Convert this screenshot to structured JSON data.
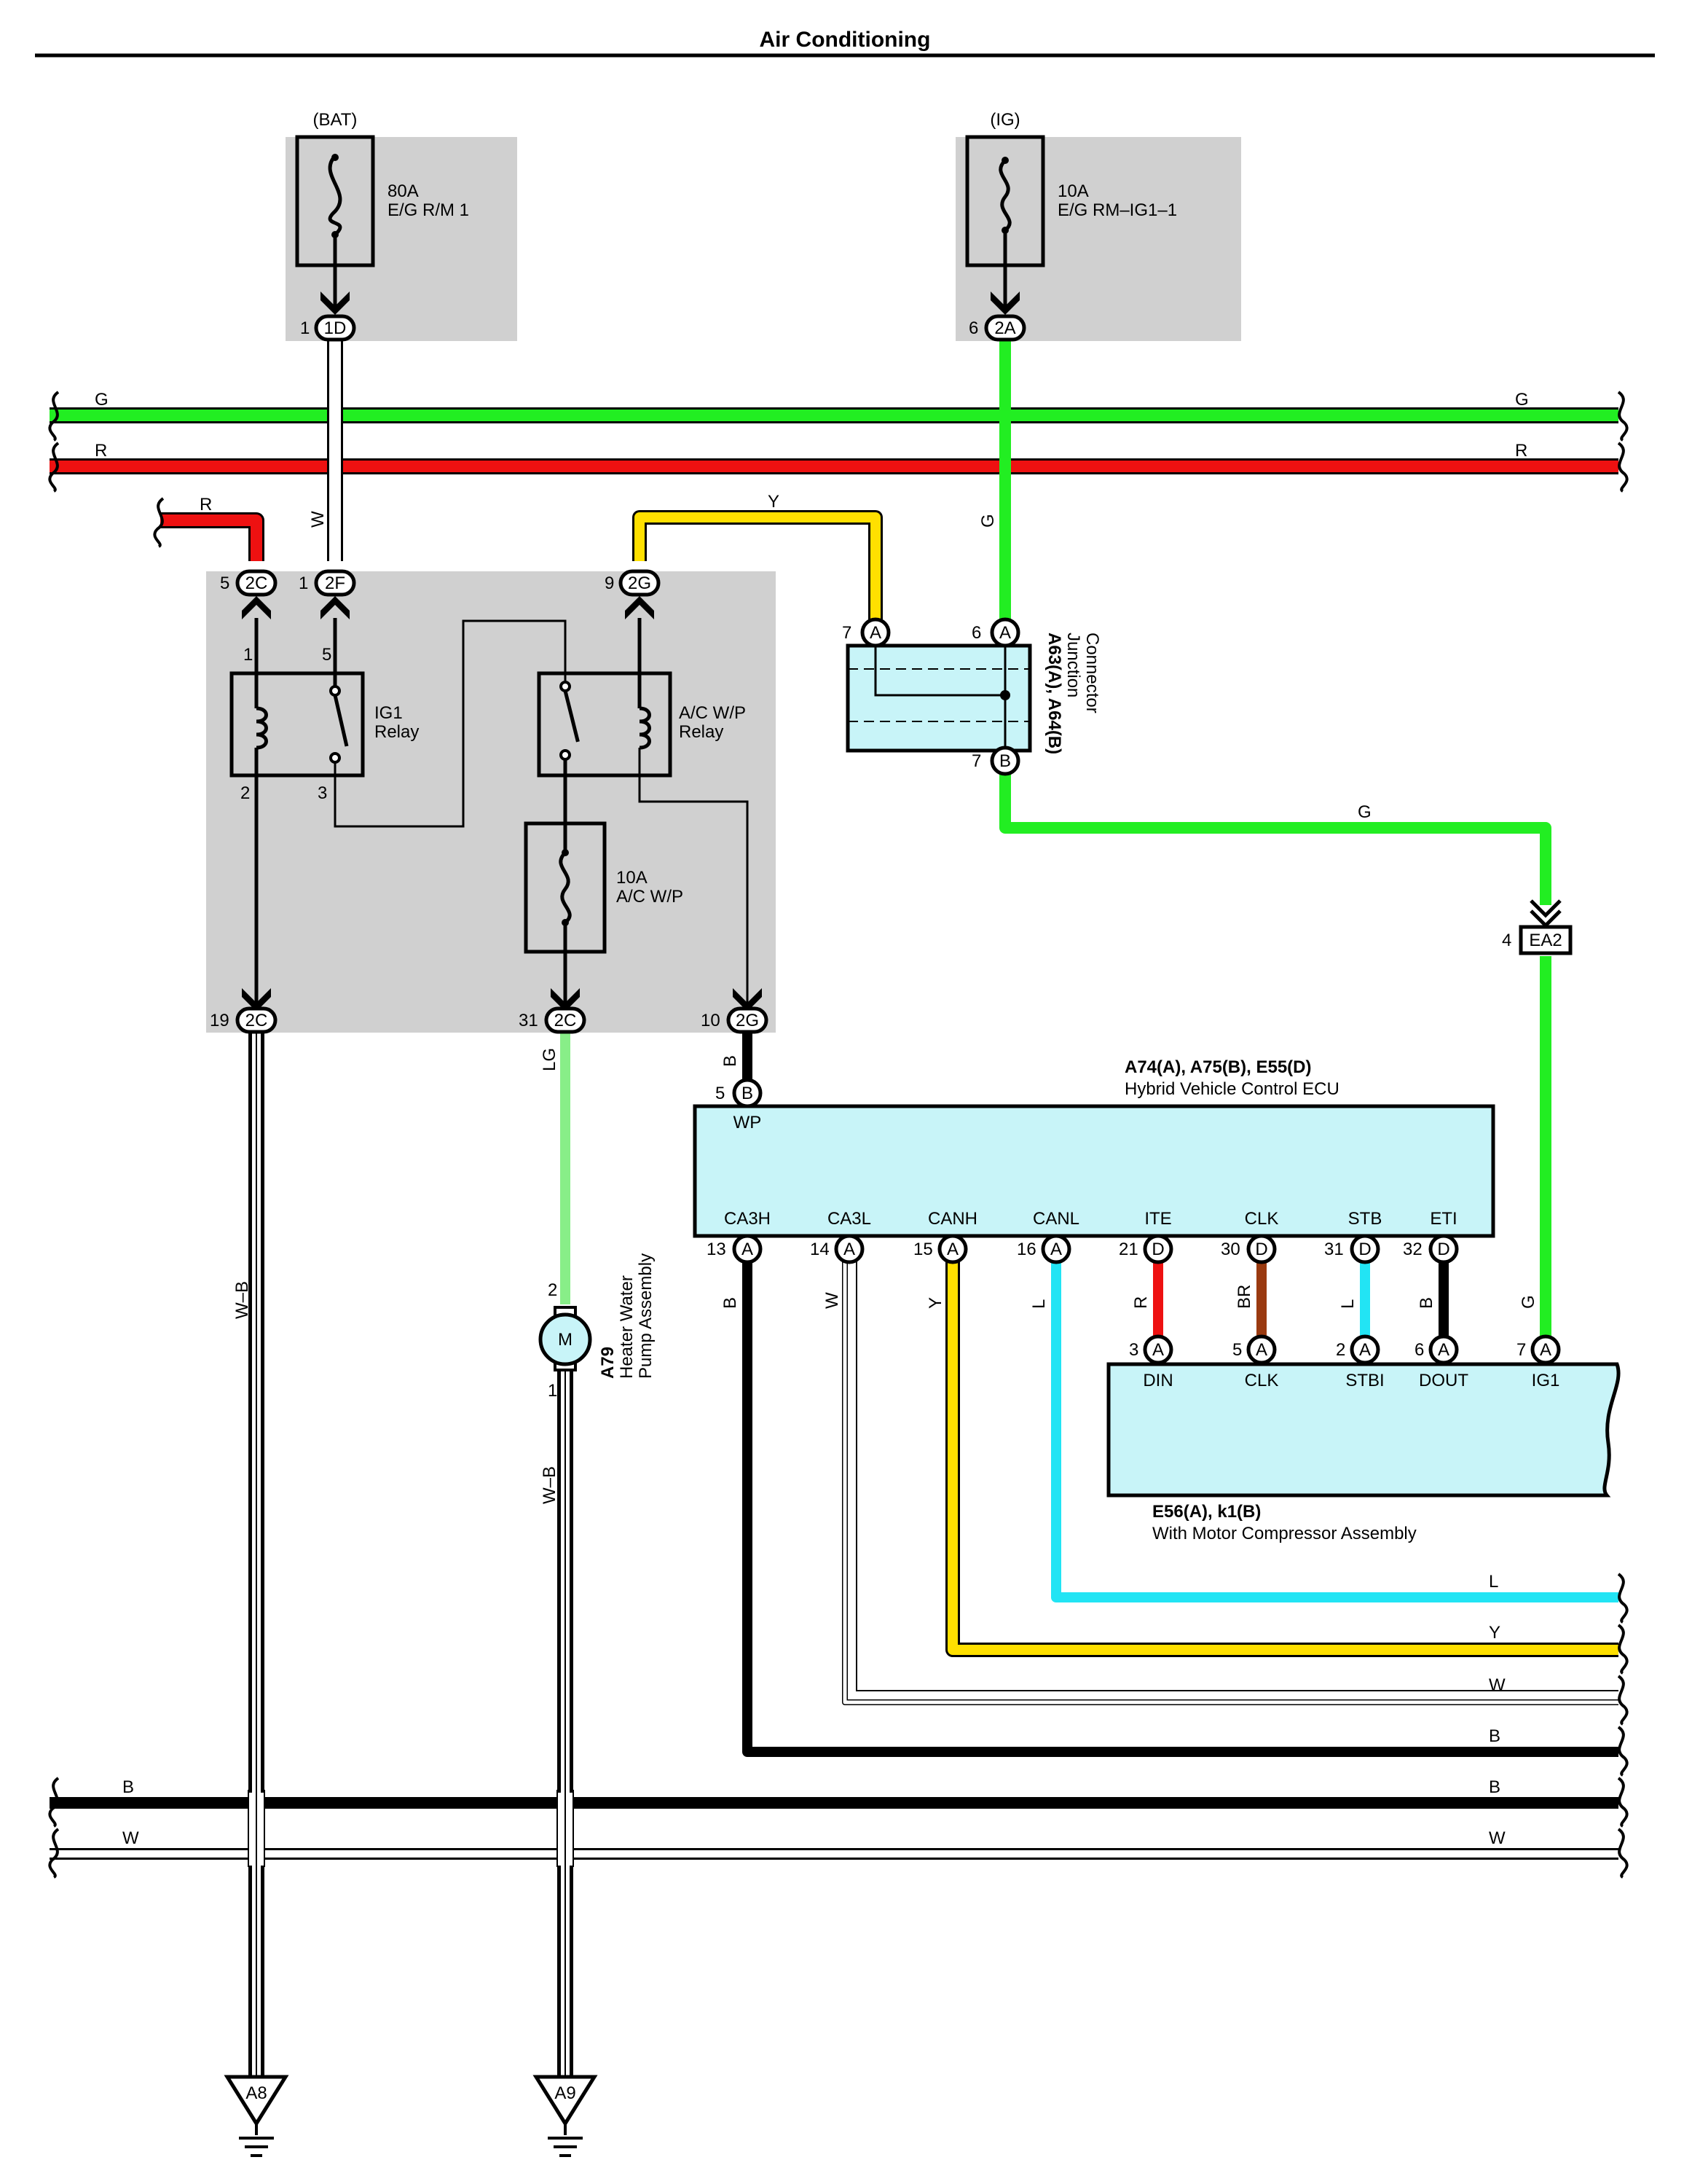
{
  "title": "Air Conditioning",
  "colors": {
    "G": "#22ee22",
    "R": "#ee1111",
    "Y": "#ffe000",
    "L": "#22e4f4",
    "LG": "#88ee88",
    "BR": "#9a3a10",
    "B": "#000000",
    "W": "#ffffff",
    "panel": "#d0d0d0",
    "component": "#c8f4f8"
  },
  "sources": {
    "bat": {
      "label": "(BAT)",
      "fuse_amp": "80A",
      "fuse_name": "E/G R/M 1",
      "pin": "1",
      "conn": "1D"
    },
    "ig": {
      "label": "(IG)",
      "fuse_amp": "10A",
      "fuse_name": "E/G RM–IG1–1",
      "pin": "6",
      "conn": "2A"
    }
  },
  "wires": {
    "G": "G",
    "R": "R",
    "Y": "Y",
    "W": "W",
    "B": "B",
    "L": "L",
    "LG": "LG",
    "BR": "BR",
    "WB": "W–B"
  },
  "relay_block": {
    "pins": [
      {
        "num": "5",
        "conn": "2C"
      },
      {
        "num": "1",
        "conn": "2F"
      },
      {
        "num": "9",
        "conn": "2G"
      },
      {
        "num": "19",
        "conn": "2C"
      },
      {
        "num": "31",
        "conn": "2C"
      },
      {
        "num": "10",
        "conn": "2G"
      }
    ],
    "ig1_relay": {
      "name1": "IG1",
      "name2": "Relay",
      "p1": "1",
      "p5": "5",
      "p2": "2",
      "p3": "3"
    },
    "acwp_relay": {
      "name1": "A/C W/P",
      "name2": "Relay"
    },
    "fuse": {
      "amp": "10A",
      "name": "A/C W/P"
    }
  },
  "junction": {
    "id": "A63(A), A64(B)",
    "name1": "Junction",
    "name2": "Connector",
    "pin7": "7",
    "pin6": "6",
    "pin7b": "7",
    "conn_a": "A",
    "conn_b": "B"
  },
  "ea2": {
    "pin": "4",
    "label": "EA2"
  },
  "ecu": {
    "id": "A74(A), A75(B), E55(D)",
    "name": "Hybrid Vehicle Control ECU",
    "wp_label": "WP",
    "wp_pin": "5",
    "wp_conn": "B",
    "pins": [
      {
        "label": "CA3H",
        "num": "13",
        "conn": "A",
        "wire": "B"
      },
      {
        "label": "CA3L",
        "num": "14",
        "conn": "A",
        "wire": "W"
      },
      {
        "label": "CANH",
        "num": "15",
        "conn": "A",
        "wire": "Y"
      },
      {
        "label": "CANL",
        "num": "16",
        "conn": "A",
        "wire": "L"
      },
      {
        "label": "ITE",
        "num": "21",
        "conn": "D",
        "wire": "R"
      },
      {
        "label": "CLK",
        "num": "30",
        "conn": "D",
        "wire": "BR"
      },
      {
        "label": "STB",
        "num": "31",
        "conn": "D",
        "wire": "L"
      },
      {
        "label": "ETI",
        "num": "32",
        "conn": "D",
        "wire": "B"
      }
    ]
  },
  "compressor": {
    "id": "E56(A), k1(B)",
    "name": "With Motor Compressor Assembly",
    "pins": [
      {
        "label": "DIN",
        "num": "3",
        "conn": "A"
      },
      {
        "label": "CLK",
        "num": "5",
        "conn": "A"
      },
      {
        "label": "STBI",
        "num": "2",
        "conn": "A"
      },
      {
        "label": "DOUT",
        "num": "6",
        "conn": "A"
      },
      {
        "label": "IG1",
        "num": "7",
        "conn": "A"
      }
    ]
  },
  "pump": {
    "id": "A79",
    "name1": "Heater Water",
    "name2": "Pump Assembly",
    "motor": "M",
    "pin_top": "2",
    "pin_bottom": "1"
  },
  "grounds": [
    {
      "label": "A8"
    },
    {
      "label": "A9"
    }
  ]
}
